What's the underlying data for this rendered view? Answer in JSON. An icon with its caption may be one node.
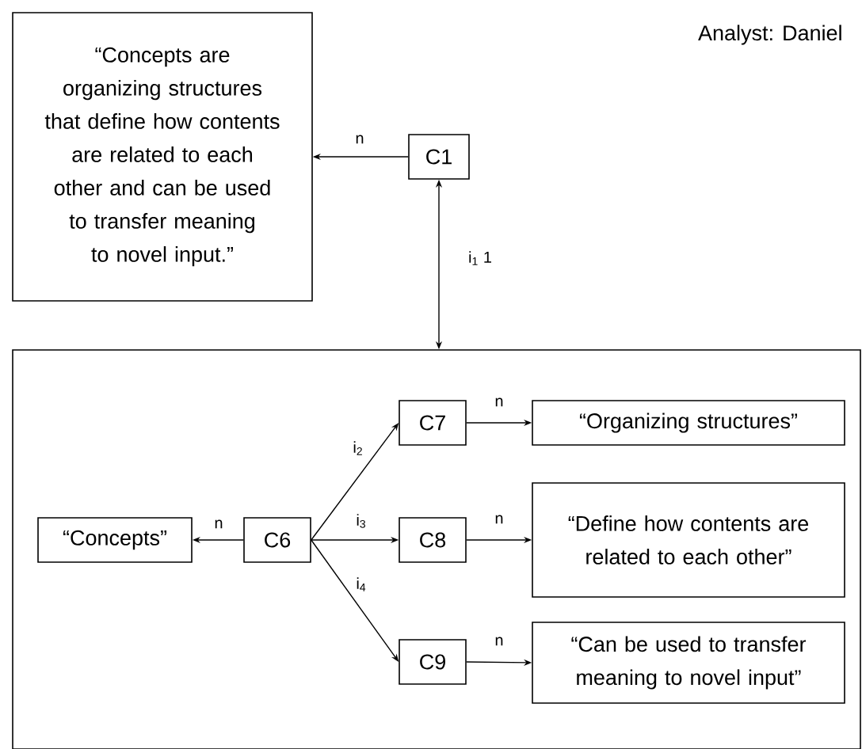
{
  "diagram": {
    "nodes": [
      {
        "text": [
          "“Concepts are organizing structures that define how contents are related to each other and can be used to transfer meaning to novel input.”"
        ]
      },
      {
        "text": [
          "C1"
        ]
      },
      {
        "text": [],
        "shape": "box"
      },
      {
        "text": [
          "C7"
        ],
        "in": 2
      },
      {
        "text": [
          "“Organizing structures”"
        ],
        "in": 2
      },
      {
        "text": [
          "“Concepts”"
        ],
        "in": 2
      },
      {
        "text": [
          "C6"
        ],
        "in": 2
      },
      {
        "text": [
          "C8"
        ],
        "in": 2
      },
      {
        "text": [
          "“Define how contents are related to each other”"
        ],
        "in": 2
      },
      {
        "text": [
          "C9"
        ],
        "in": 2
      },
      {
        "text": [
          "“Can be used to transfer meaning to novel input”"
        ],
        "in": 2
      }
    ],
    "edges": [
      {
        "from": 1,
        "to": 0,
        "arrow": "to",
        "label": "n"
      },
      {
        "from": 1,
        "to": 2,
        "arrow": "both",
        "label": "i$_{1}$ 1"
      },
      {
        "from": 6,
        "to": 5,
        "arrow": "to",
        "label": "n"
      },
      {
        "from": 6,
        "to": 3,
        "arrow": "to",
        "label": "i$_{2}$"
      },
      {
        "from": 6,
        "to": 7,
        "arrow": "to",
        "label": "i$_{3}$"
      },
      {
        "from": 6,
        "to": 9,
        "arrow": "to",
        "label": "i$_{4}$"
      },
      {
        "from": 3,
        "to": 4,
        "arrow": "to",
        "label": "n"
      },
      {
        "from": 7,
        "to": 8,
        "arrow": "to",
        "label": "n"
      },
      {
        "from": 9,
        "to": 10,
        "arrow": "to",
        "label": "n"
      }
    ],
    "labels": [
      "Analyst: Daniel"
    ]
  }
}
